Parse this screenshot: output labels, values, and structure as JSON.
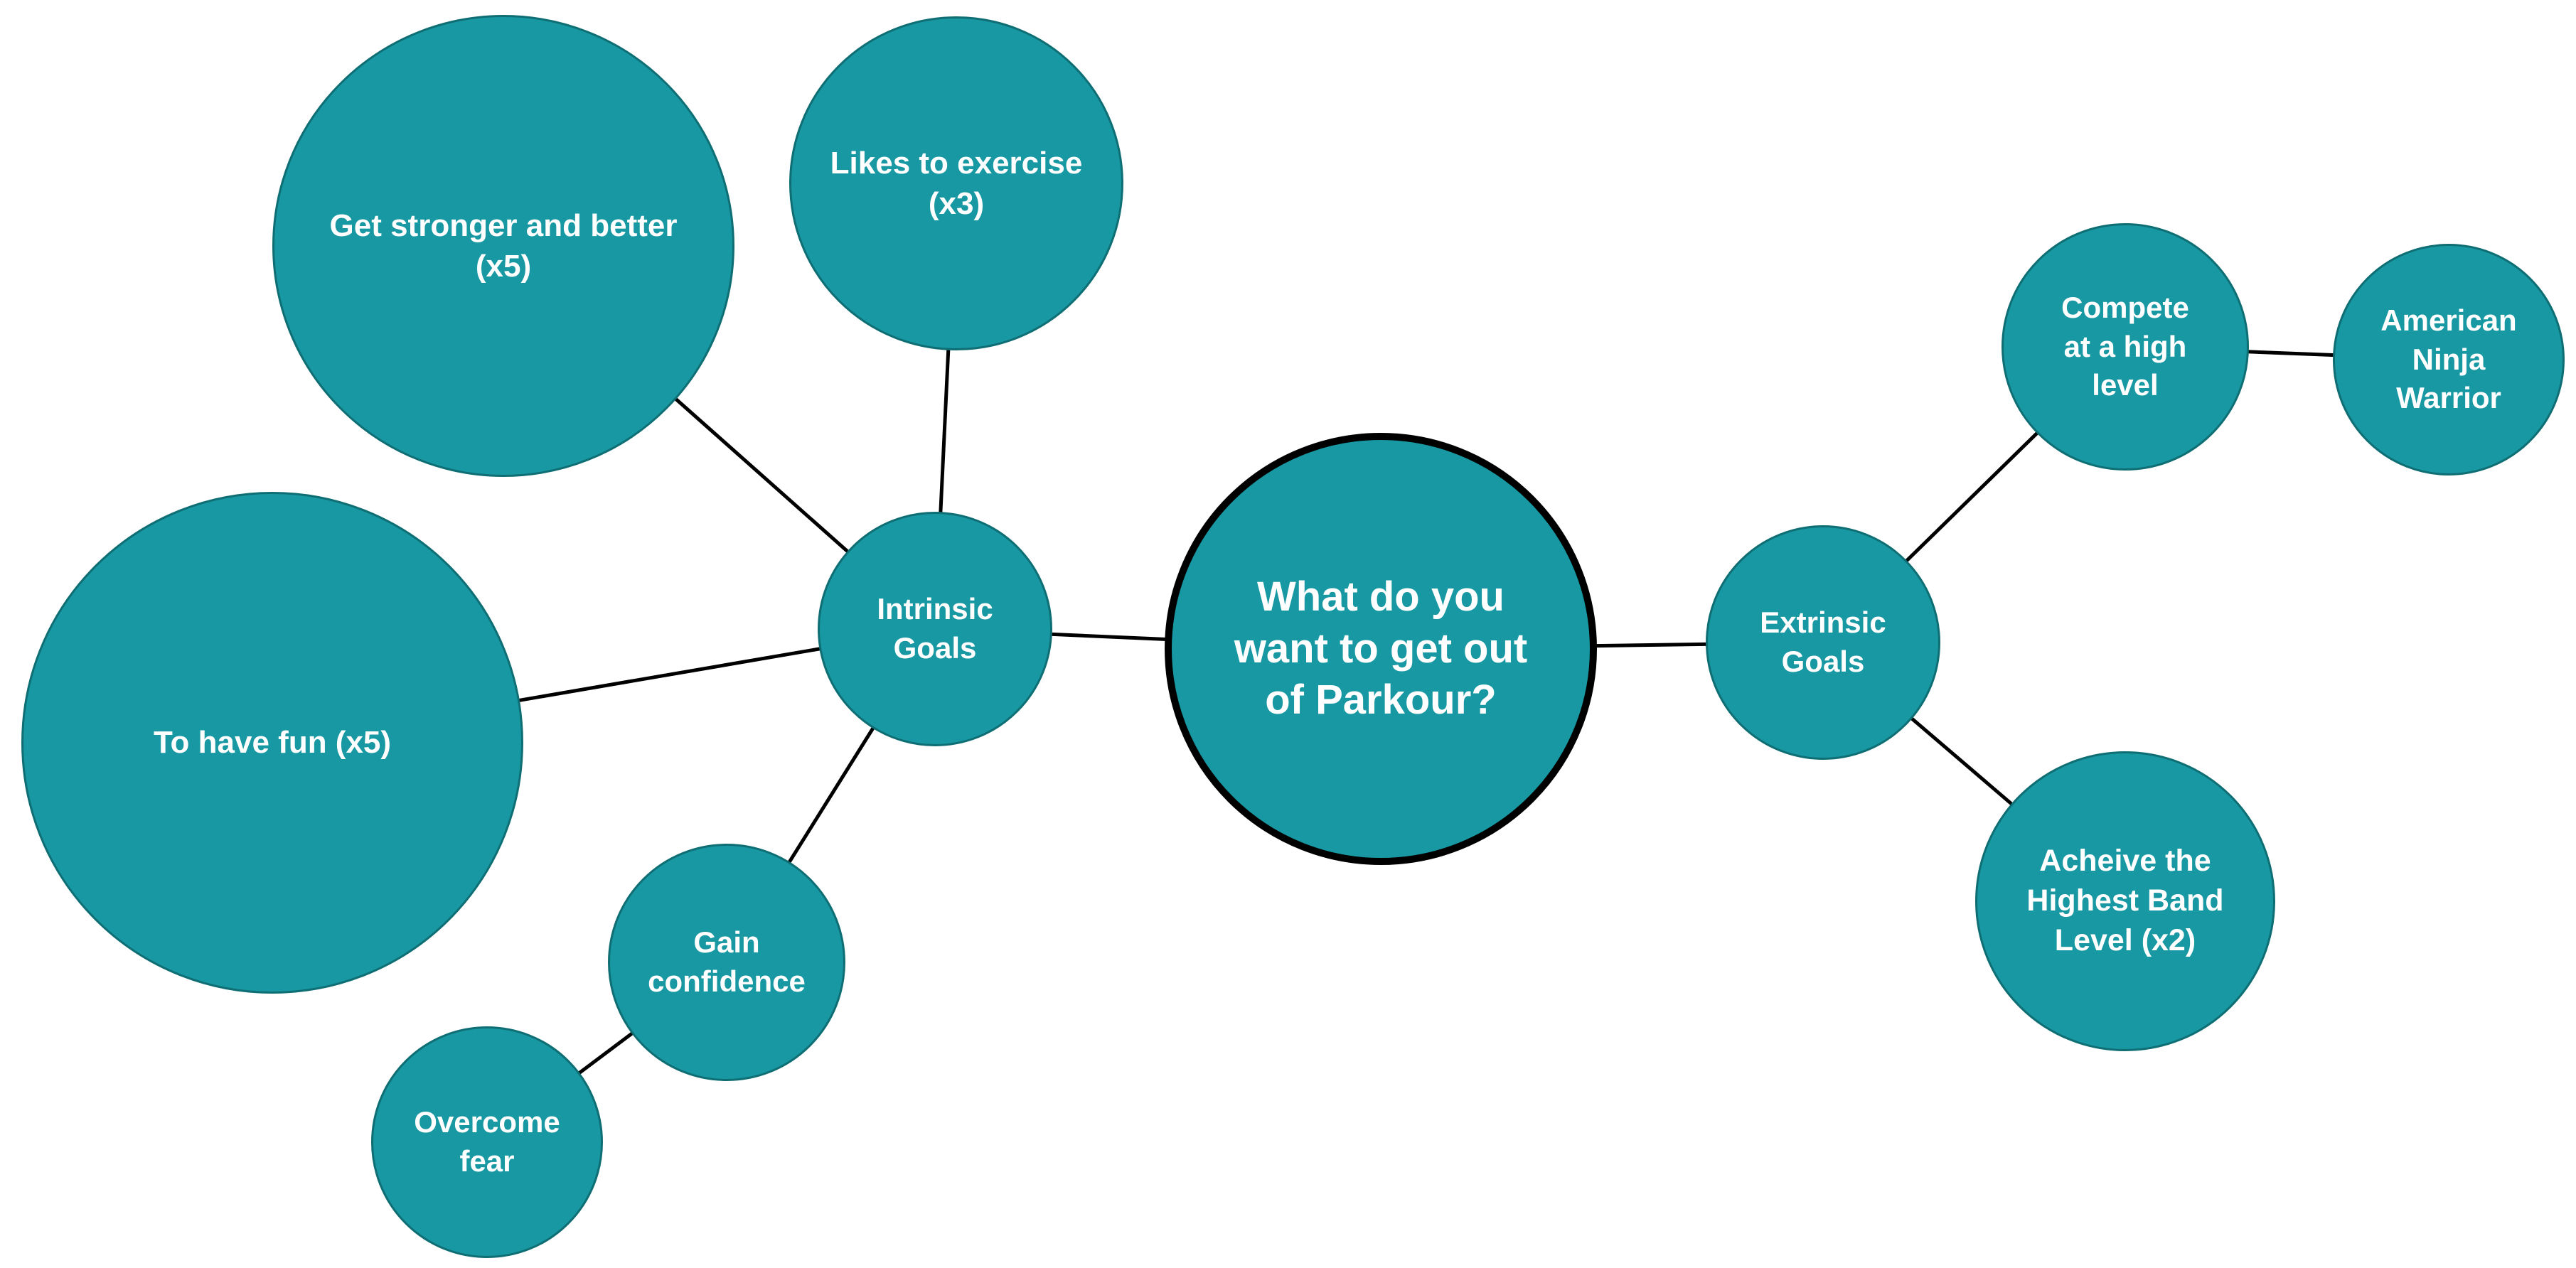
{
  "diagram": {
    "type": "mind-map",
    "colors": {
      "node_fill": "#1798a2",
      "node_border": "#0e6e74",
      "center_border": "#000000",
      "edge": "#000000",
      "text": "#ffffff",
      "background": "#ffffff"
    },
    "nodes": {
      "center": {
        "label": "What do you\nwant to get out\nof Parkour?"
      },
      "intrinsic": {
        "label": "Intrinsic\nGoals"
      },
      "extrinsic": {
        "label": "Extrinsic\nGoals"
      },
      "get_stronger": {
        "label": "Get stronger and better\n(x5)"
      },
      "likes_exercise": {
        "label": "Likes to exercise\n(x3)"
      },
      "have_fun": {
        "label": "To have fun (x5)"
      },
      "gain_confidence": {
        "label": "Gain\nconfidence"
      },
      "overcome_fear": {
        "label": "Overcome\nfear"
      },
      "compete": {
        "label": "Compete\nat a high\nlevel"
      },
      "ninja_warrior": {
        "label": "American\nNinja\nWarrior"
      },
      "band_level": {
        "label": "Acheive the\nHighest Band\nLevel (x2)"
      }
    },
    "edges": [
      {
        "from": "get_stronger",
        "to": "intrinsic"
      },
      {
        "from": "likes_exercise",
        "to": "intrinsic"
      },
      {
        "from": "have_fun",
        "to": "intrinsic"
      },
      {
        "from": "gain_confidence",
        "to": "intrinsic"
      },
      {
        "from": "overcome_fear",
        "to": "gain_confidence"
      },
      {
        "from": "intrinsic",
        "to": "center"
      },
      {
        "from": "center",
        "to": "extrinsic"
      },
      {
        "from": "extrinsic",
        "to": "compete"
      },
      {
        "from": "compete",
        "to": "ninja_warrior"
      },
      {
        "from": "extrinsic",
        "to": "band_level"
      }
    ]
  }
}
